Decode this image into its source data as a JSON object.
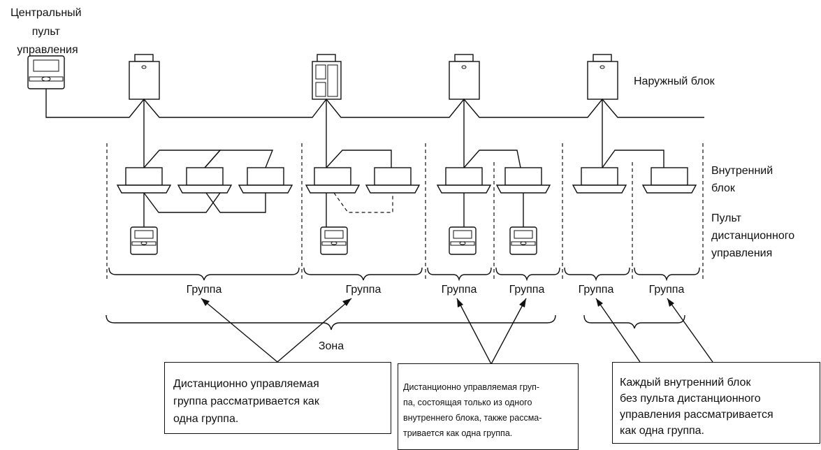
{
  "labels": {
    "central_controller": [
      "Центральный",
      "пульт",
      "управления"
    ],
    "outdoor_unit": "Наружный блок",
    "indoor_unit": [
      "Внутренний",
      "блок"
    ],
    "remote_controller": [
      "Пульт",
      "дистанционного",
      "управления"
    ],
    "group": "Группа",
    "zone": "Зона"
  },
  "notes": {
    "left": [
      "Дистанционно управляемая",
      "группа рассматривается как",
      "одна группа."
    ],
    "middle": [
      "Дистанционно управляемая груп-",
      "па, состоящая только из одного",
      "внутреннего блока, также рассма-",
      "тривается как одна группа."
    ],
    "right": [
      "Каждый внутренний блок",
      "без пульта дистанционного",
      "управления рассматривается",
      "как одна группа."
    ]
  }
}
